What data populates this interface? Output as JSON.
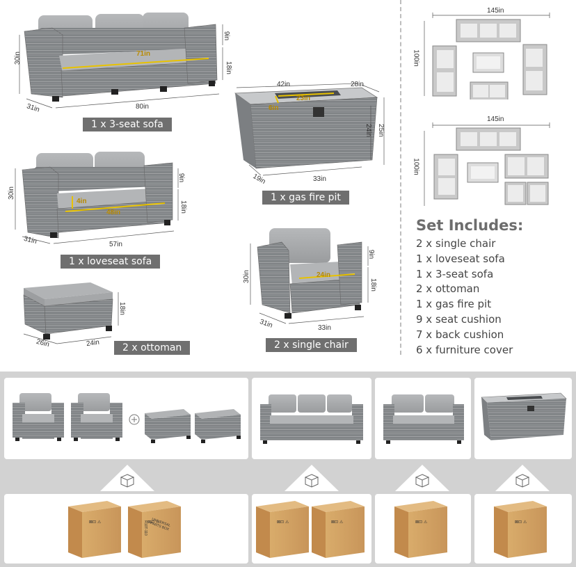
{
  "products": {
    "three_seat_sofa": {
      "caption": "1 x 3-seat sofa",
      "dims": {
        "height": "30in",
        "depth": "31in",
        "width": "80in",
        "seat_width": "71in",
        "arm_height": "9in",
        "seat_height": "18in"
      }
    },
    "fire_pit": {
      "caption": "1 x gas fire pit",
      "dims": {
        "width": "42in",
        "depth_top": "28in",
        "burner_width": "23in",
        "burner_depth": "6in",
        "body_height": "24in",
        "total_height": "25in",
        "base_width": "33in",
        "base_depth": "19in"
      }
    },
    "loveseat": {
      "caption": "1 x loveseat sofa",
      "dims": {
        "height": "30in",
        "depth": "31in",
        "width": "57in",
        "seat_width": "48in",
        "cushion": "4in",
        "arm_height": "9in",
        "seat_height": "18in"
      }
    },
    "single_chair": {
      "caption": "2 x single chair",
      "dims": {
        "height": "30in",
        "depth": "31in",
        "width": "33in",
        "seat_width": "24in",
        "arm_height": "9in",
        "seat_height": "18in"
      }
    },
    "ottoman": {
      "caption": "2 x ottoman",
      "dims": {
        "height": "18in",
        "width": "26in",
        "depth": "24in"
      }
    }
  },
  "layouts": [
    {
      "width": "145in",
      "height": "100in"
    },
    {
      "width": "145in",
      "height": "100in"
    }
  ],
  "set_includes": {
    "title": "Set Includes:",
    "items": [
      "2 x single chair",
      "1 x loveseat sofa",
      "1 x 3-seat sofa",
      "2 x ottoman",
      "1 x gas fire pit",
      "9 x seat cushion",
      "7 x back cushion",
      "6 x furniture cover"
    ]
  },
  "boxes": {
    "box_label_1": "UNIVERSAL PARTS BOX",
    "box_code": "R10T-110"
  },
  "colors": {
    "wicker": "#8a8d90",
    "cushion": "#a9abad",
    "caption_bg": "#6f6f6f",
    "dimension_highlight": "#e8c200",
    "box": "#d7a968",
    "panel_bg": "#d2d2d2"
  }
}
